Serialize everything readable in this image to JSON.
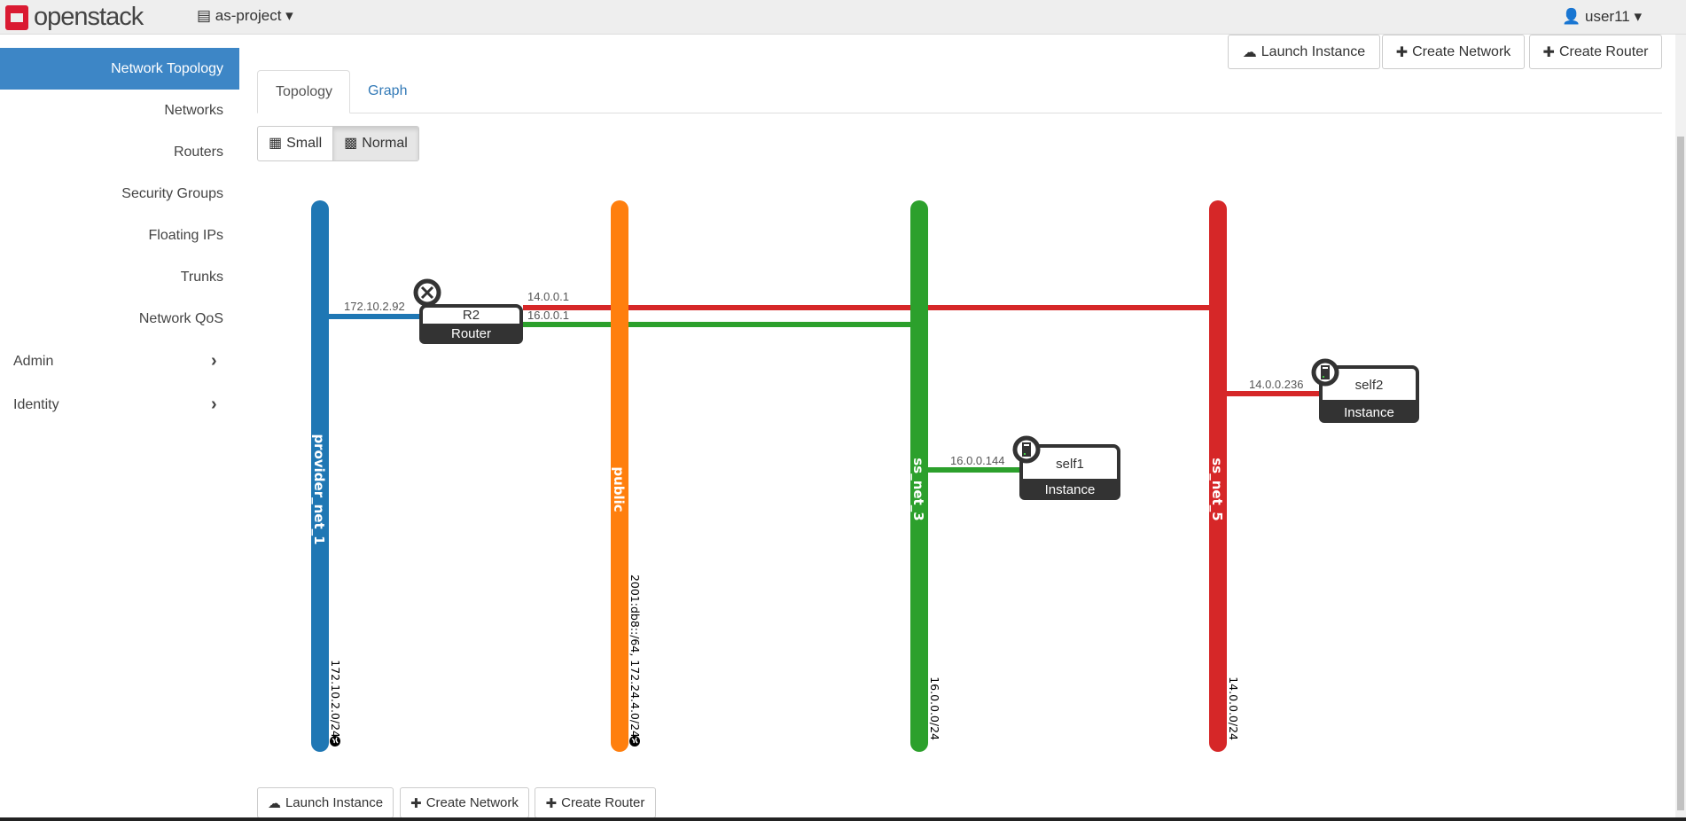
{
  "header": {
    "logo": "openstack",
    "project": "as-project",
    "user": "user11"
  },
  "sidebar": {
    "items": [
      {
        "label": "Network Topology",
        "active": true
      },
      {
        "label": "Networks"
      },
      {
        "label": "Routers"
      },
      {
        "label": "Security Groups"
      },
      {
        "label": "Floating IPs"
      },
      {
        "label": "Trunks"
      },
      {
        "label": "Network QoS"
      }
    ],
    "groups": [
      {
        "label": "Admin"
      },
      {
        "label": "Identity"
      }
    ]
  },
  "actions": {
    "launch_instance": "Launch Instance",
    "create_network": "Create Network",
    "create_router": "Create Router"
  },
  "tabs": {
    "topology": "Topology",
    "graph": "Graph"
  },
  "view": {
    "small": "Small",
    "normal": "Normal",
    "selected": "Normal"
  },
  "topology": {
    "networks": [
      {
        "id": "n1",
        "name": "provider_net_1",
        "cidr": "172.10.2.0/24",
        "color": "#1f77b4",
        "external": true
      },
      {
        "id": "n2",
        "name": "public",
        "cidr": "2001:db8::/64, 172.24.4.0/24",
        "color": "#ff7f0e",
        "external": true
      },
      {
        "id": "n3",
        "name": "ss_net_3",
        "cidr": "16.0.0.0/24",
        "color": "#2ca02c",
        "external": false
      },
      {
        "id": "n4",
        "name": "ss_net_5",
        "cidr": "14.0.0.0/24",
        "color": "#d62728",
        "external": false
      }
    ],
    "devices": [
      {
        "id": "r",
        "name": "R2",
        "type": "Router",
        "icon": "router-icon"
      },
      {
        "id": "s1",
        "name": "self1",
        "type": "Instance",
        "icon": "server-icon"
      },
      {
        "id": "s2",
        "name": "self2",
        "type": "Instance",
        "icon": "server-icon"
      }
    ],
    "links": [
      {
        "device": "r",
        "network": "n1",
        "ip": "172.10.2.92"
      },
      {
        "device": "r",
        "network": "n4",
        "ip": "14.0.0.1"
      },
      {
        "device": "r",
        "network": "n3",
        "ip": "16.0.0.1"
      },
      {
        "device": "s1",
        "network": "n3",
        "ip": "16.0.0.144"
      },
      {
        "device": "s2",
        "network": "n4",
        "ip": "14.0.0.236"
      }
    ]
  }
}
